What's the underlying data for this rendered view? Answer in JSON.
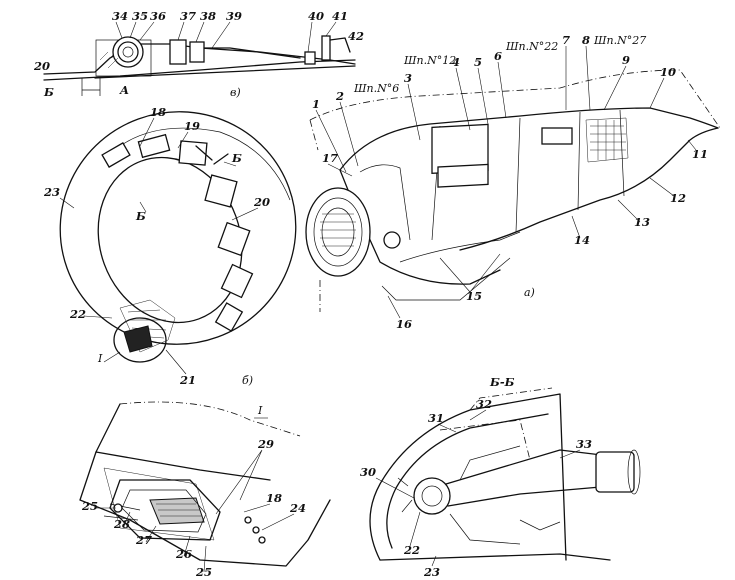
{
  "views": {
    "a": "а)",
    "b": "б)",
    "v": "в)",
    "detail_I": "I",
    "detail_I_small": "I",
    "section_bb": "Б-Б",
    "section_mark_b": "Б",
    "section_mark_b2": "Б",
    "section_mark_b3": "Б",
    "section_mark_a": "A"
  },
  "stations": {
    "st6": "Шп.N°6",
    "st12": "Шп.N°12",
    "st22": "Шп.N°22",
    "st27": "Шп.N°27"
  },
  "labels_top": [
    "34",
    "35",
    "36",
    "37",
    "38",
    "39",
    "40",
    "41",
    "42",
    "20"
  ],
  "labels_a": [
    "1",
    "2",
    "3",
    "4",
    "5",
    "6",
    "7",
    "8",
    "9",
    "10",
    "11",
    "12",
    "13",
    "14",
    "15",
    "16",
    "17"
  ],
  "labels_b": [
    "18",
    "19",
    "20",
    "21",
    "22",
    "23"
  ],
  "labels_detail": [
    "29",
    "18",
    "24",
    "25",
    "26",
    "27",
    "28",
    "25"
  ],
  "labels_bb": [
    "30",
    "31",
    "32",
    "33",
    "22",
    "23"
  ]
}
